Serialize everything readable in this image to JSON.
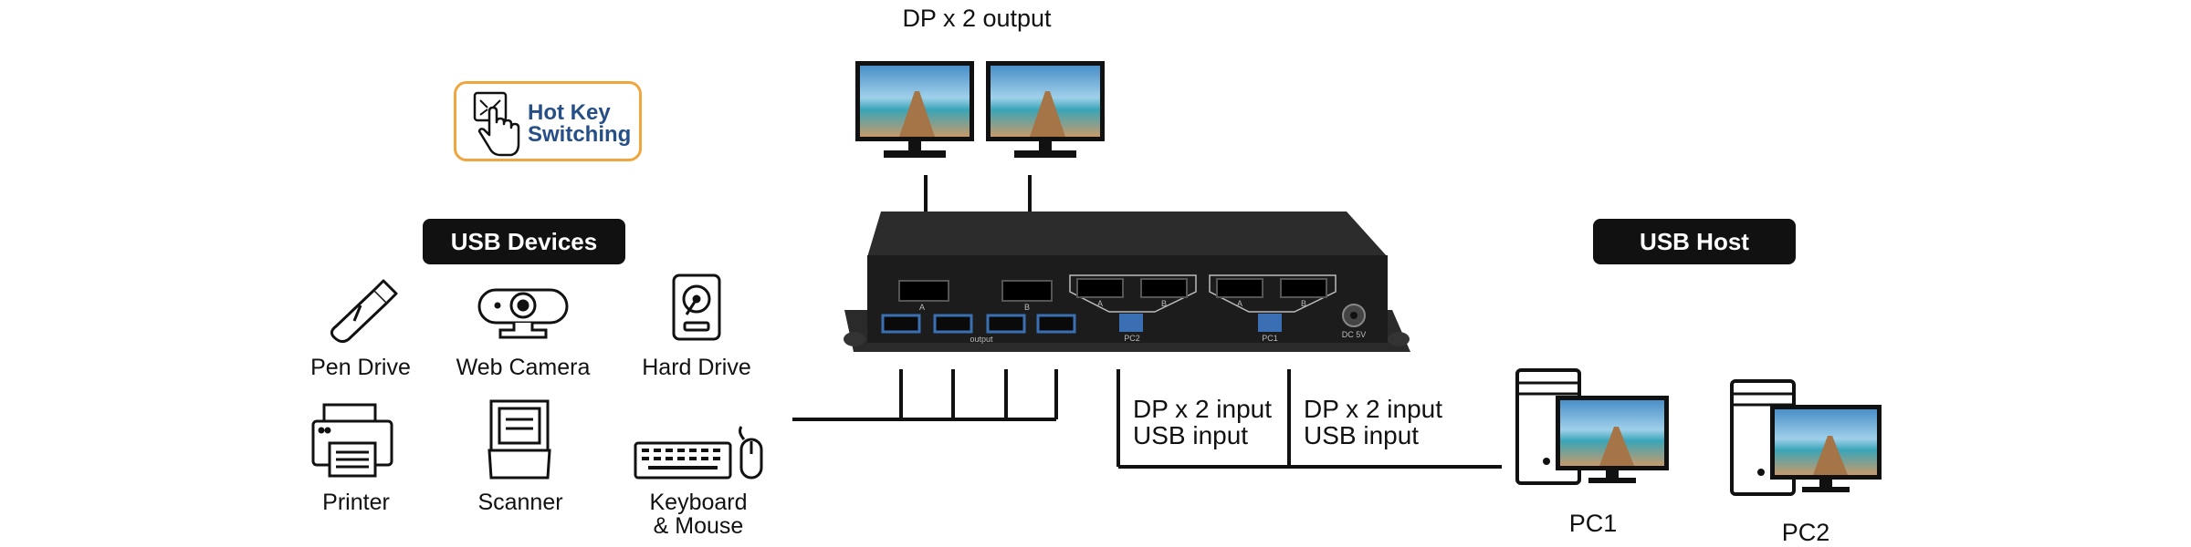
{
  "title": "DP x 2 output",
  "hotkey": {
    "line1": "Hot Key",
    "line2": "Switching"
  },
  "usb_devices_label": "USB Devices",
  "usb_host_label": "USB Host",
  "devices": {
    "pen_drive": "Pen Drive",
    "web_camera": "Web Camera",
    "hard_drive": "Hard Drive",
    "printer": "Printer",
    "scanner": "Scanner",
    "keyboard_line1": "Keyboard",
    "keyboard_line2": "& Mouse"
  },
  "inputs": {
    "pc2_line1": "DP x 2 input",
    "pc2_line2": "USB input",
    "pc1_line1": "DP x 2 input",
    "pc1_line2": "USB input"
  },
  "switch_labels": {
    "a1": "A",
    "b1": "B",
    "output": "output",
    "a2": "A",
    "b2": "B",
    "pc2": "PC2",
    "a3": "A",
    "b3": "B",
    "pc1": "PC1",
    "dc": "DC 5V"
  },
  "hosts": {
    "pc1": "PC1",
    "pc2": "PC2"
  },
  "colors": {
    "accent_orange": "#f0a63c",
    "hotkey_blue": "#274f87",
    "device_body": "#1c1c1c"
  }
}
